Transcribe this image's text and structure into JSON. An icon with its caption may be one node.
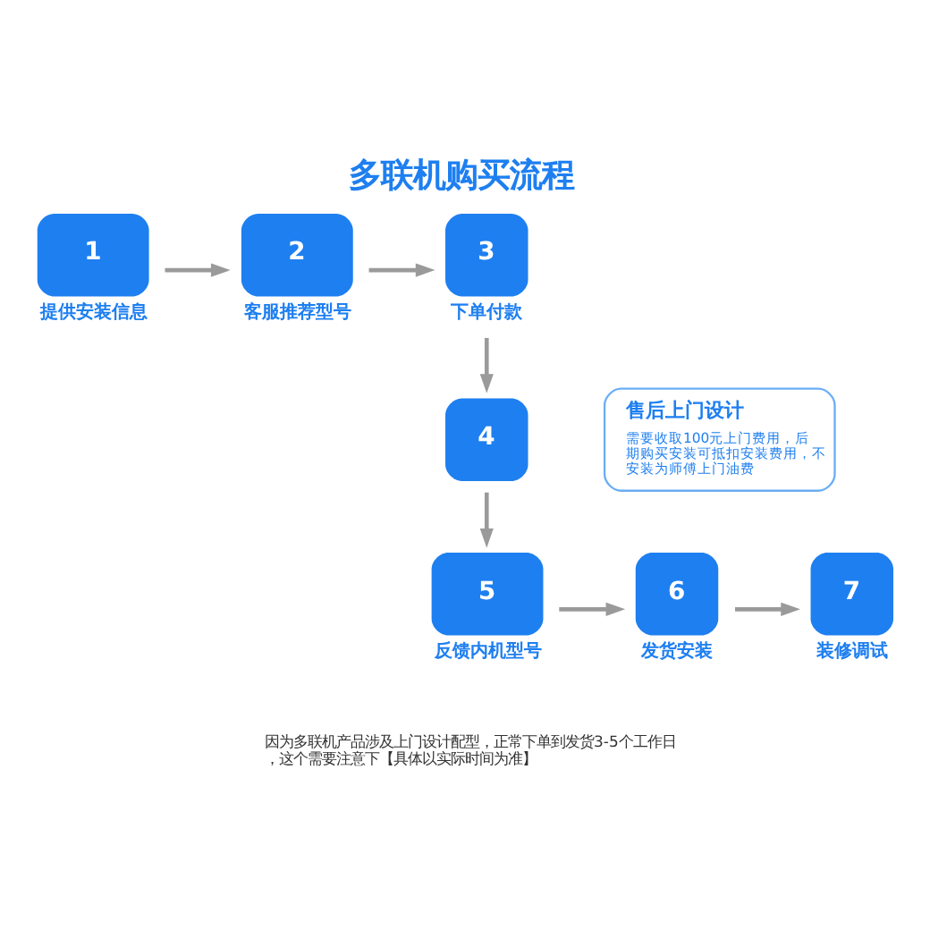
{
  "diagram": {
    "title": "多联机购买流程",
    "caption": "因为多联机产品涉及上门设计配型，正常下单到发货3-5个工作日，这个需要注意下【具体以实际时间为准】",
    "nodes": [
      {
        "text": [
          "1",
          "提供安装信息"
        ]
      },
      {
        "text": [
          "2",
          "客服推荐型号"
        ]
      },
      {
        "text": [
          "3",
          "下单付款"
        ]
      },
      {
        "text": [
          "售后上门设计",
          "需要收取100元上门费用，后期购买安装可抵扣安装费用，不安装为师傅上门油费"
        ]
      },
      {
        "text": [
          "4"
        ]
      },
      {
        "text": [
          "5",
          "反馈内机型号"
        ]
      },
      {
        "text": [
          "6",
          "发货安装"
        ]
      },
      {
        "text": [
          "7",
          "装修调试"
        ]
      }
    ],
    "edges": [
      {
        "from": 0,
        "to": 1,
        "arrow": "to"
      },
      {
        "from": 1,
        "to": 2,
        "arrow": "to"
      },
      {
        "from": 2,
        "to": 4,
        "arrow": "to"
      },
      {
        "from": 4,
        "to": 5,
        "arrow": "to"
      },
      {
        "from": 5,
        "to": 6,
        "arrow": "to"
      },
      {
        "from": 6,
        "to": 7,
        "arrow": "to"
      }
    ]
  }
}
